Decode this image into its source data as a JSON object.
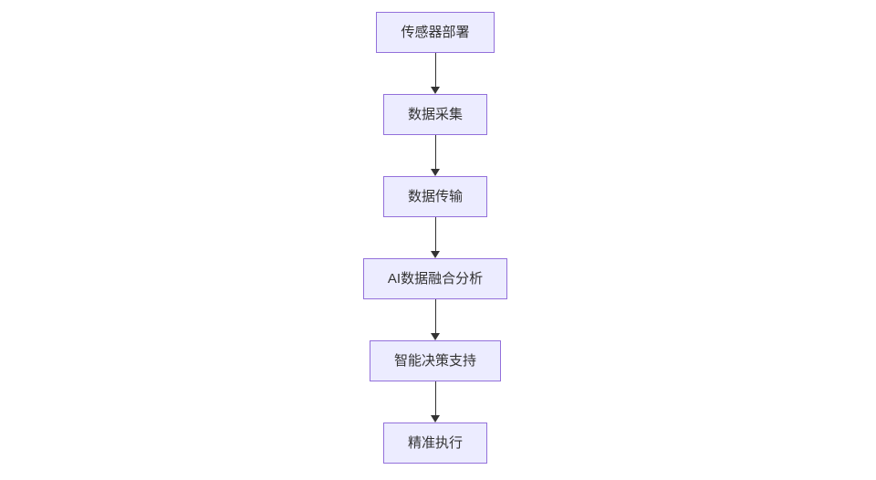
{
  "diagram": {
    "type": "flowchart",
    "direction": "top-down",
    "nodes": [
      {
        "id": "A",
        "label": "传感器部署"
      },
      {
        "id": "B",
        "label": "数据采集"
      },
      {
        "id": "C",
        "label": "数据传输"
      },
      {
        "id": "D",
        "label": "AI数据融合分析"
      },
      {
        "id": "E",
        "label": "智能决策支持"
      },
      {
        "id": "F",
        "label": "精准执行"
      }
    ],
    "edges": [
      {
        "from": "A",
        "to": "B"
      },
      {
        "from": "B",
        "to": "C"
      },
      {
        "from": "C",
        "to": "D"
      },
      {
        "from": "D",
        "to": "E"
      },
      {
        "from": "E",
        "to": "F"
      }
    ],
    "colors": {
      "node_fill": "#ECECFF",
      "node_border": "#9370DB",
      "arrow": "#333333",
      "text": "#333333",
      "background": "#FFFFFF"
    }
  }
}
